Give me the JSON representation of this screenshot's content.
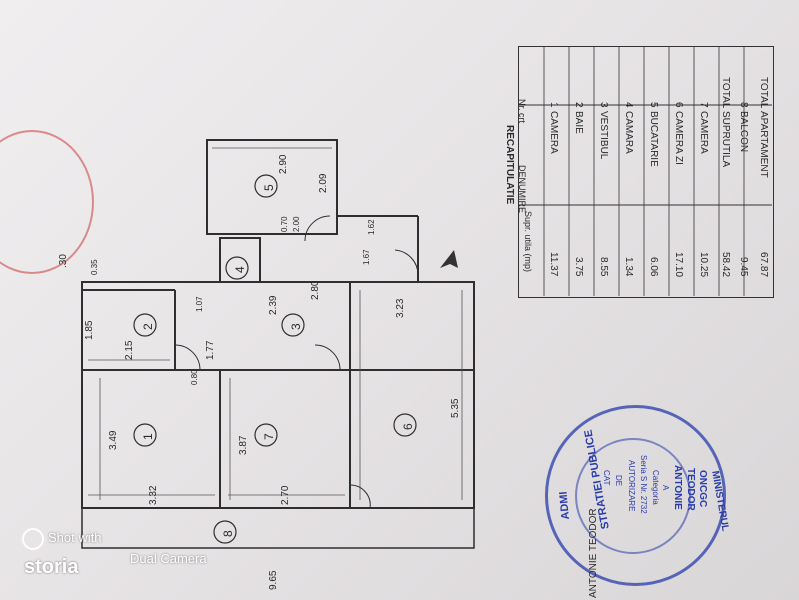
{
  "table": {
    "title": "RECAPITULATIE",
    "headers": [
      "Nr. crt",
      "DENUMIRE",
      "Supr. utila (mp)"
    ],
    "rows": [
      {
        "nr": "1",
        "name": "CAMERA",
        "area": "11.37"
      },
      {
        "nr": "2",
        "name": "BAIE",
        "area": "3.75"
      },
      {
        "nr": "3",
        "name": "VESTIBUL",
        "area": "8.55"
      },
      {
        "nr": "4",
        "name": "CAMARA",
        "area": "1.34"
      },
      {
        "nr": "5",
        "name": "BUCATARIE",
        "area": "6.06"
      },
      {
        "nr": "6",
        "name": "CAMERA ZI",
        "area": "17.10"
      },
      {
        "nr": "7",
        "name": "CAMERA",
        "area": "10.25"
      },
      {
        "nr": "TOTAL",
        "name": "SUPRUTILA",
        "area": "58.42"
      },
      {
        "nr": "8",
        "name": "BALCON",
        "area": "9.45"
      },
      {
        "nr": "TOTAL",
        "name": "APARTAMENT",
        "area": "67.87"
      }
    ]
  },
  "rooms": [
    "1",
    "2",
    "3",
    "4",
    "5",
    "6",
    "7",
    "8"
  ],
  "dims": {
    "d290": "2.90",
    "d209": "2.09",
    "d070": "0.70",
    "d200": "2.00",
    "d162": "1.62",
    "d167": "1.67",
    "d239": "2.39",
    "d280": "2.80",
    "d323": "3.23",
    "d185": "1.85",
    "d215": "2.15",
    "d107": "1.07",
    "d177": "1.77",
    "d349": "3.49",
    "d387": "3.87",
    "d535": "5.35",
    "d332": "3.32",
    "d270": "2.70",
    "d965": "9.65",
    "d030": ".30",
    "d035": "0.35",
    "d080": "0.80"
  },
  "stamp": {
    "lines": [
      "STRATIEI PUBLICE",
      "ADMI",
      "CAT",
      "DE",
      "AUTORIZARE",
      "Seria S Nr. 2732",
      "Categoria",
      "A",
      "ANTONIE",
      "TEODOR",
      "ONCGC",
      "MINISTERUL"
    ]
  },
  "signature_text": "ANTONIE TEODOR",
  "watermark": {
    "line1": "Shot with",
    "line2": "Dual Camera",
    "brand": "storia"
  },
  "colors": {
    "ink": "#2a2a2a",
    "stamp_blue": "#2a3caa",
    "stamp_red": "#c84040"
  }
}
